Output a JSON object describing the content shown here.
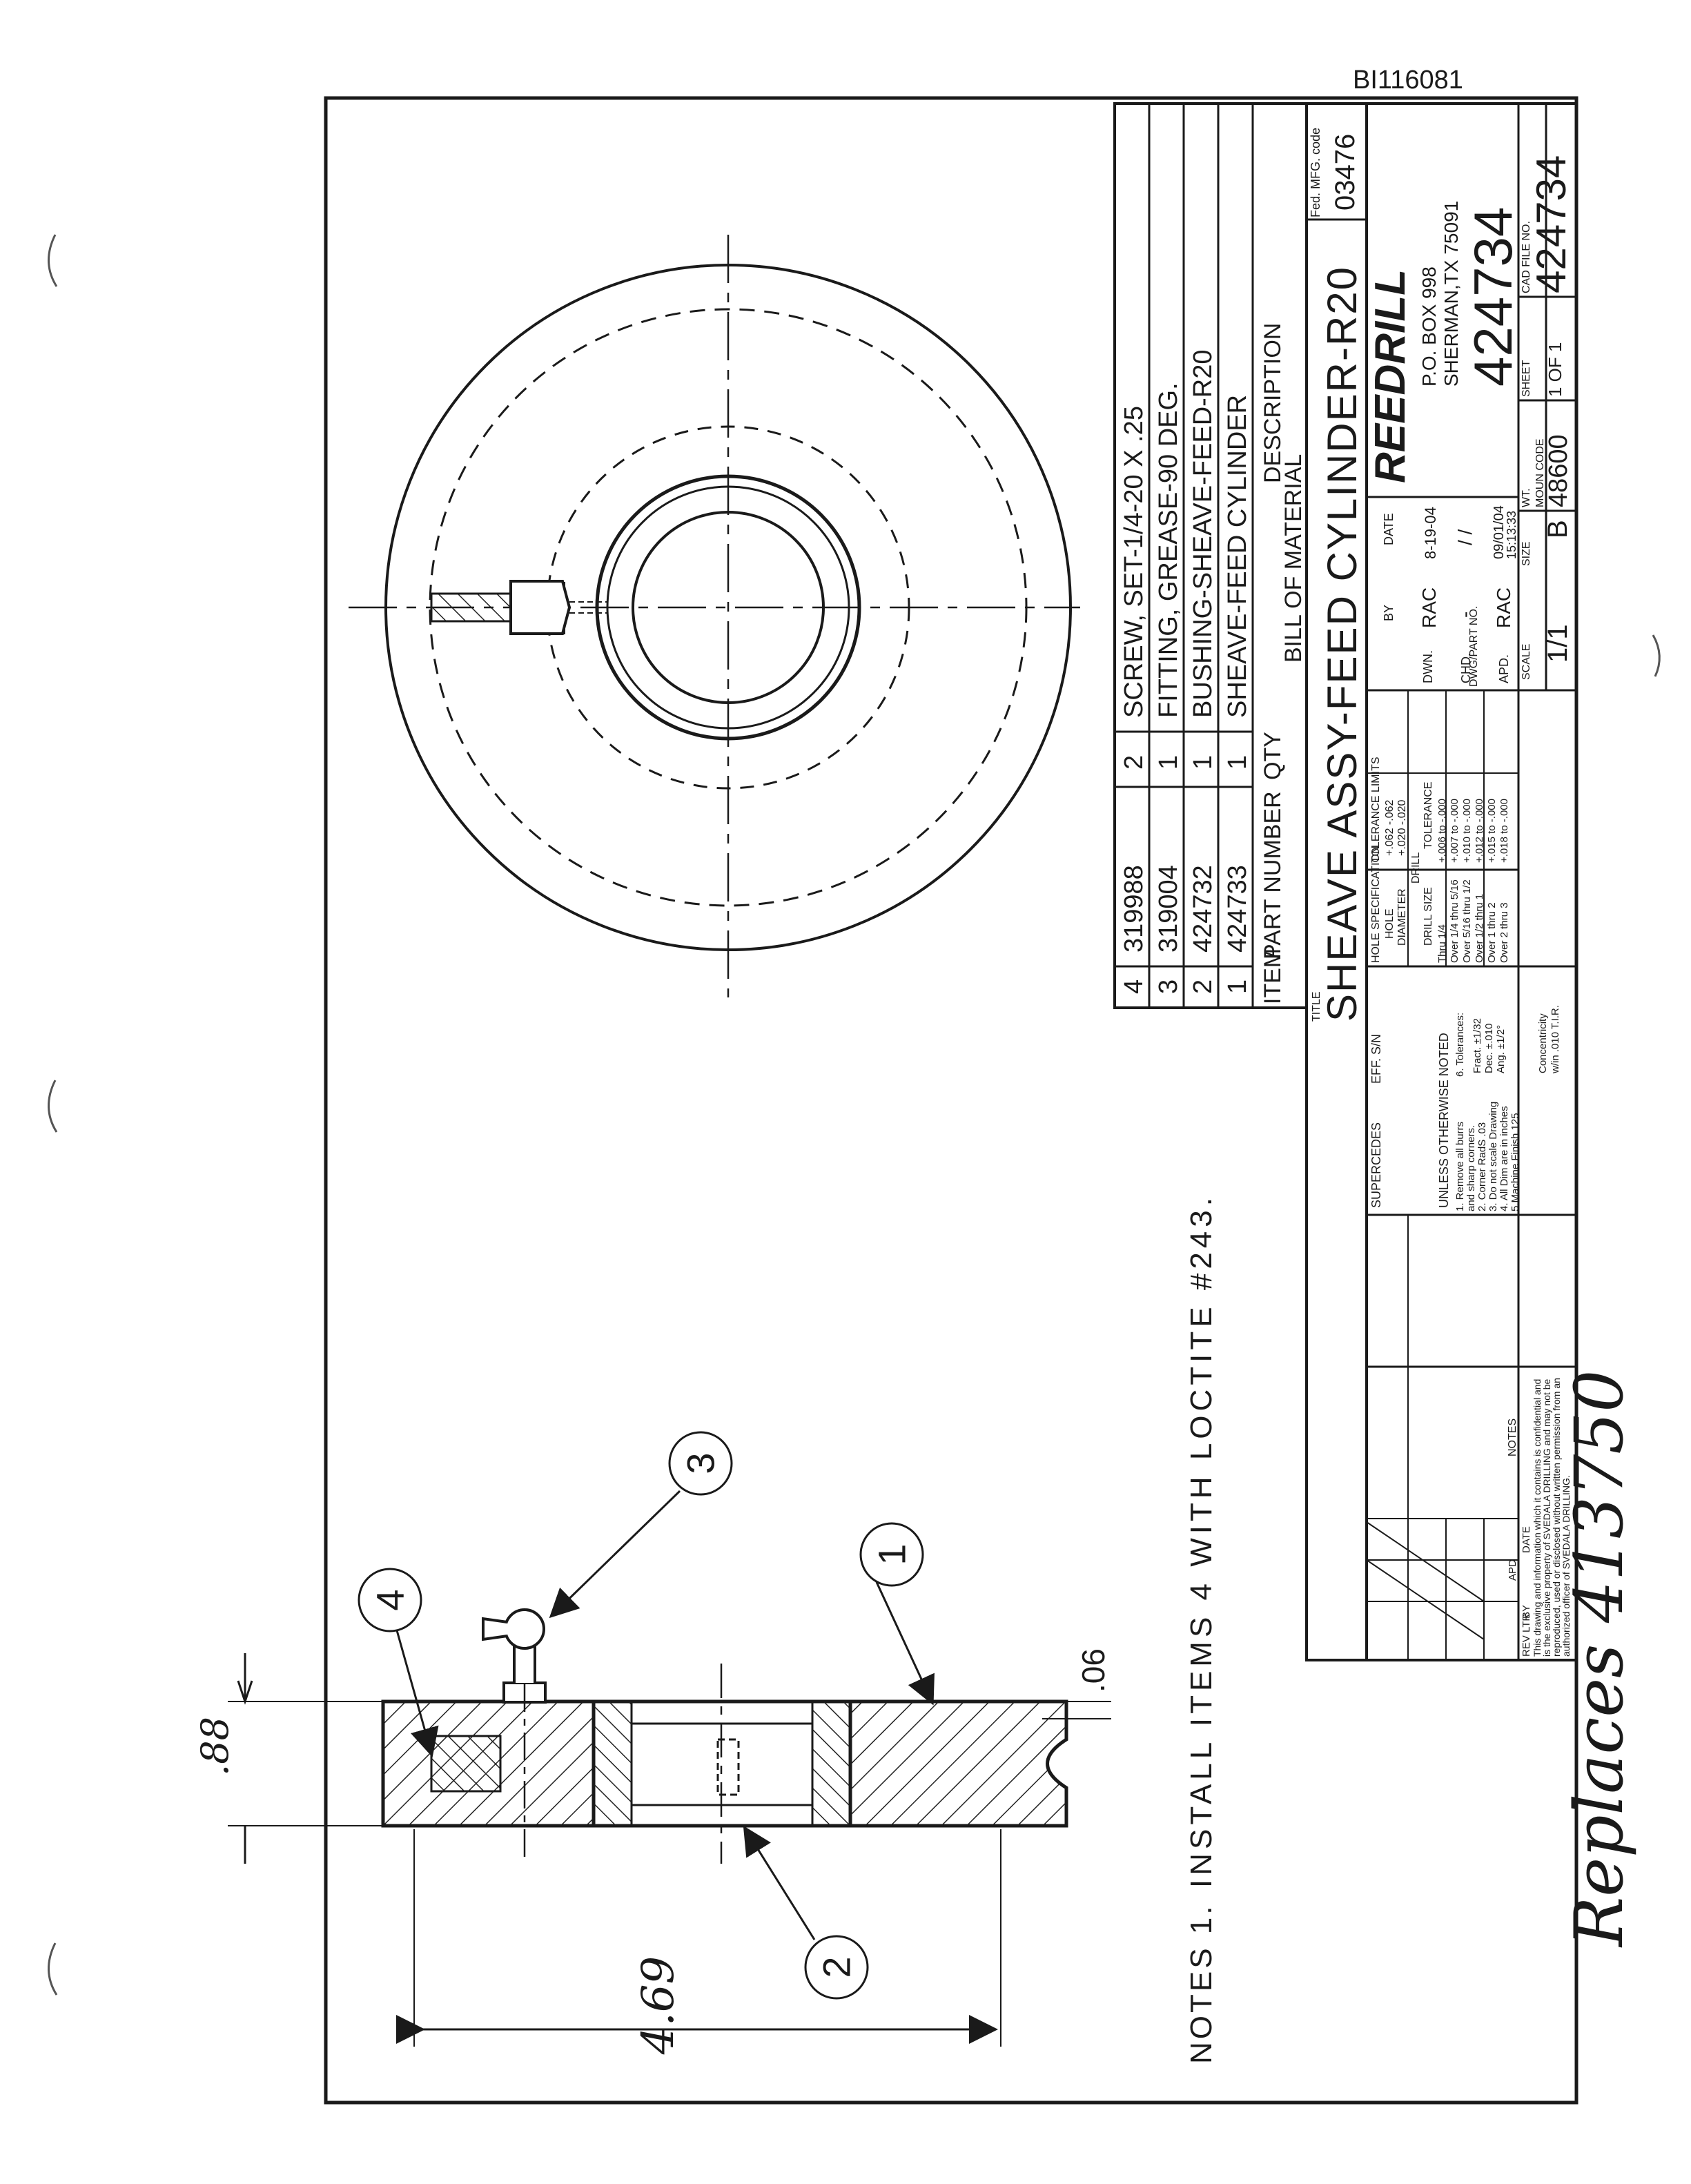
{
  "doc_id": "BI116081",
  "notes": {
    "prefix": "NOTES 1.",
    "text": "INSTALL ITEMS 4 WITH LOCTITE #243."
  },
  "balloons": [
    "4",
    "3",
    "1",
    "2"
  ],
  "dimensions": {
    "dim_088": ".88",
    "dim_006": ".06",
    "dim_469": "4.69"
  },
  "handwritten": {
    "replaces": "Replaces 413750"
  },
  "bom": {
    "headers": {
      "item": "ITEM",
      "part": "PART NUMBER",
      "qty": "QTY",
      "desc": "DESCRIPTION"
    },
    "rows": [
      {
        "item": "4",
        "part": "319988",
        "qty": "2",
        "desc": "SCREW, SET-1/4-20 X .25"
      },
      {
        "item": "3",
        "part": "319004",
        "qty": "1",
        "desc": "FITTING, GREASE-90 DEG."
      },
      {
        "item": "2",
        "part": "424732",
        "qty": "1",
        "desc": "BUSHING-SHEAVE-FEED-R20"
      },
      {
        "item": "1",
        "part": "424733",
        "qty": "1",
        "desc": "SHEAVE-FEED CYLINDER"
      }
    ],
    "caption": "BILL OF MATERIAL"
  },
  "title_block": {
    "fed_mfg_label": "Fed. MFG. code",
    "fed_mfg_code": "03476",
    "title_label": "TITLE",
    "title": "SHEAVE ASSY-FEED CYLINDER-R20",
    "company": "REEDRILL",
    "address1": "P.O. BOX 998",
    "address2": "SHERMAN,TX 75091",
    "dwg_label": "DWG/PART NO.",
    "dwg_no": "424734",
    "cad_label": "CAD FILE NO.",
    "cad_no": "424734",
    "sheet_label": "SHEET",
    "sheet": "1 OF 1",
    "wt_label": "WT.",
    "moun_label": "MOUN CODE",
    "moun_code": "48600",
    "size_label": "SIZE",
    "size": "B",
    "scale_label": "SCALE",
    "scale": "1/1",
    "by_label": "BY",
    "date_label": "DATE",
    "dwn_label": "DWN.",
    "dwn_by": "RAC",
    "dwn_date": "8-19-04",
    "chd_label": "CHD.",
    "chd_by": "-",
    "chd_date": "/ /",
    "apd_label": "APD.",
    "apd_by": "RAC",
    "apd_date": "09/01/04",
    "apd_time": "15:13:33",
    "supercedes_label": "SUPERCEDES",
    "eff_label": "EFF. S/N",
    "unless_label": "UNLESS OTHERWISE NOTED",
    "notes_list": [
      "1. Remove all burrs",
      "and sharp corners.",
      "2. Corner RadS .03",
      "3. Do not scale Drawing",
      "4. All Dim are in inches",
      "5.Machine Finish 125"
    ],
    "tol_label": "6. Tolerances:",
    "tol_list": [
      "Fract. ±1/32",
      "Dec. ±.010",
      "Ang. ±1/2°"
    ],
    "concentricity": [
      "Concentricity",
      "w/in .010 T.I.R."
    ],
    "hole_spec_label": "HOLE SPECIFICATION",
    "tol_limits_label": "TOLERANCE LIMITS",
    "hole_rows": [
      {
        "a": "HOLE",
        "b": "+.062 -.062"
      },
      {
        "a": "DIAMETER",
        "b": "+.020 -.020"
      }
    ],
    "drill_label": "DRILL",
    "drill_size_label": "DRILL SIZE",
    "tolerance_label": "TOLERANCE",
    "drill_rows": [
      {
        "a": "Thru 1/4",
        "b": "+.006 to -.000"
      },
      {
        "a": "Over 1/4 thru 5/16",
        "b": "+.007 to -.000"
      },
      {
        "a": "Over 5/16 thru 1/2",
        "b": "+.010 to -.000"
      },
      {
        "a": "Over 1/2 thru 1",
        "b": "+.012 to -.000"
      },
      {
        "a": "Over 1 thru 2",
        "b": "+.015 to -.000"
      },
      {
        "a": "Over 2 thru 3",
        "b": "+.018 to -.000"
      }
    ],
    "rev_label": "REV LTR",
    "rev_by": "BY",
    "rev_apd": "APD",
    "rev_date": "DATE",
    "notes_label": "NOTES",
    "confidential": [
      "This drawing and information which it contains is confidential and",
      "is the exclusive property of SVEDALA DRILLING and may not be",
      "reproduced, used or disclosed without written permission from an",
      "authorized officer of SVEDALA DRILLING."
    ]
  }
}
